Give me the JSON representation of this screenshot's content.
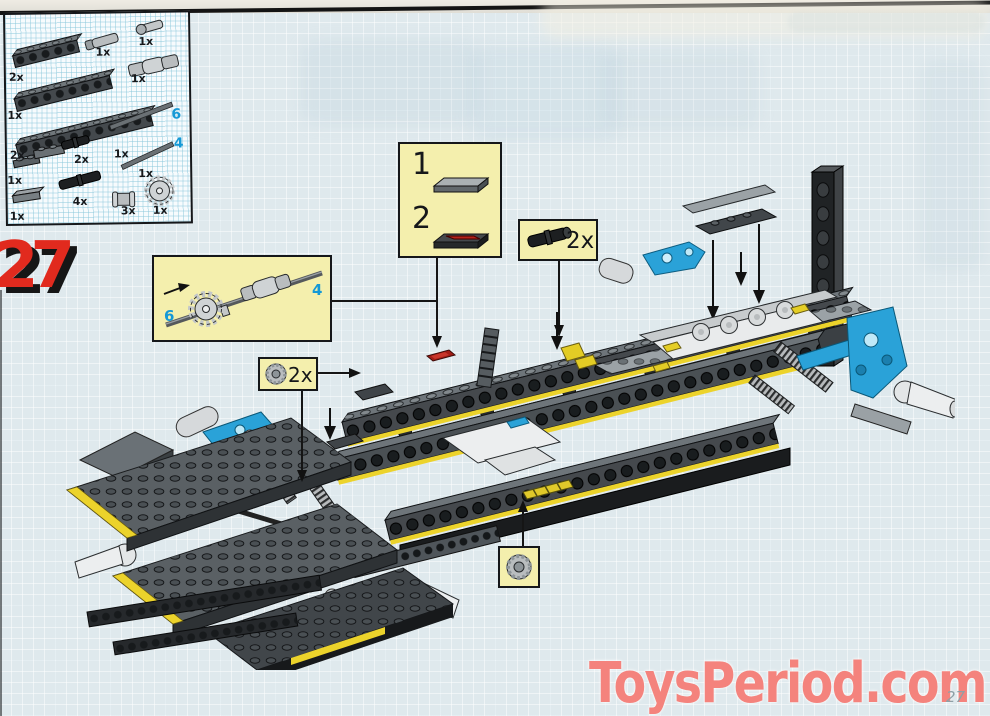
{
  "page": {
    "step_number": "27",
    "page_number": "27",
    "watermark": "ToysPeriod.com"
  },
  "colors": {
    "page_bg": "#dfe9ed",
    "box_bg": "#f7fbfd",
    "callout_bg": "#f4efad",
    "step_red": "#e12a1e",
    "axle_number_blue": "#1599d6",
    "lego_blue": "#2aa2d8",
    "lego_dark_gray": "#45494d",
    "lego_yellow": "#ecd32b",
    "watermark_pink": "#f4837d"
  },
  "parts_box": {
    "items": [
      {
        "part": "technic-brick-1x6",
        "qty": "2x"
      },
      {
        "part": "technic-brick-1x10",
        "qty": "1x"
      },
      {
        "part": "technic-brick-1x16",
        "qty": "2x"
      },
      {
        "part": "angle-plates",
        "qty": "1x"
      },
      {
        "part": "flat-tile",
        "qty": "1x"
      },
      {
        "part": "axle-pin-with-bush",
        "qty": "1x"
      },
      {
        "part": "connector-pin",
        "qty": "1x"
      },
      {
        "part": "universal-joint",
        "qty": "1x"
      },
      {
        "part": "axle-6",
        "qty": "1x",
        "axle_length": "6"
      },
      {
        "part": "axle-4",
        "qty": "1x",
        "axle_length": "4"
      },
      {
        "part": "black-pin",
        "qty": "2x"
      },
      {
        "part": "black-pin-long",
        "qty": "4x"
      },
      {
        "part": "bush",
        "qty": "3x"
      },
      {
        "part": "gear-16-tooth",
        "qty": "1x"
      }
    ]
  },
  "callouts": {
    "tile_box": {
      "item1": "1",
      "item2": "2"
    },
    "pin_box": {
      "qty": "2x"
    },
    "axle_box": {
      "gear_axle_label": "6",
      "axle_label": "4"
    },
    "bush_box": {
      "qty": "2x"
    }
  }
}
